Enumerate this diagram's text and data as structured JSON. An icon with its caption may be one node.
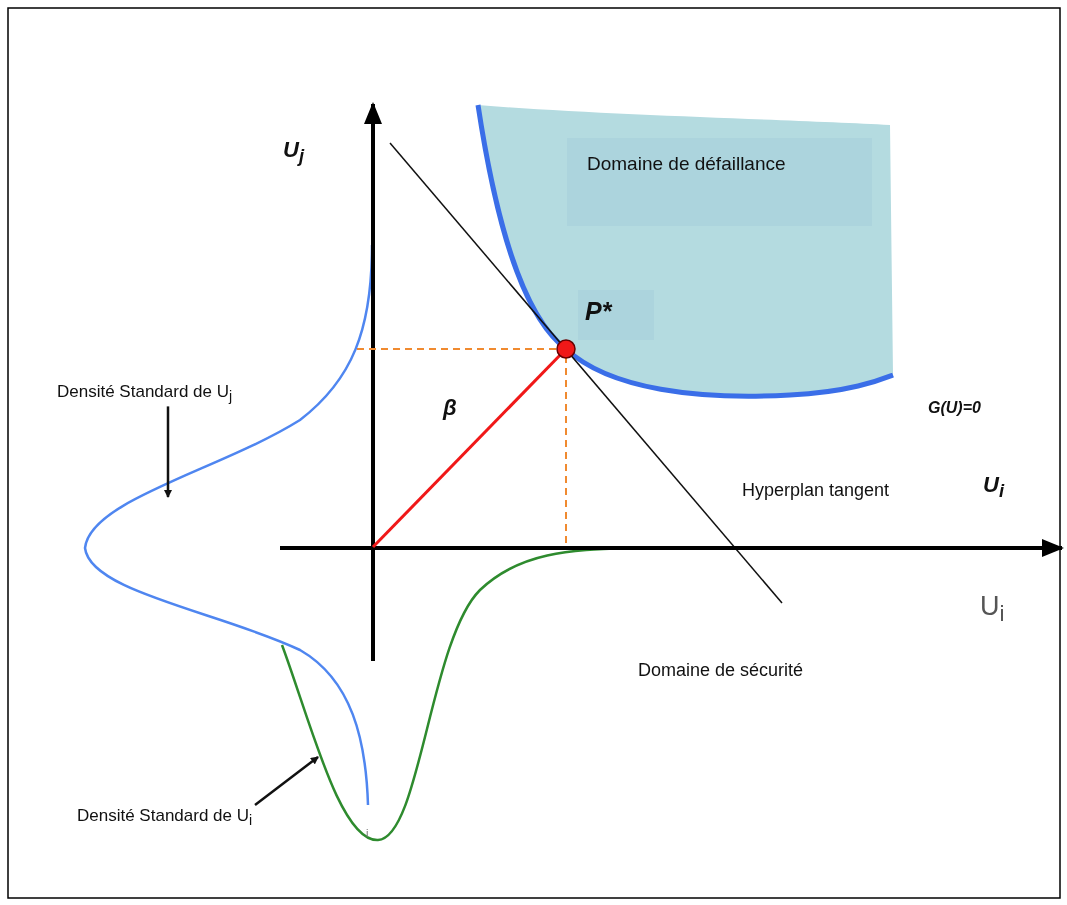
{
  "diagram": {
    "nodes": [
      {
        "text": [
          "Densité Standard de U$_{j}$"
        ]
      },
      {
        "text": [],
        "shape": "curve"
      },
      {
        "text": [
          "Densité Standard de U$_{i}$"
        ]
      },
      {
        "text": [],
        "shape": "curve"
      },
      {
        "text": [
          "Domaine de défaillance"
        ]
      }
    ],
    "edges": [
      {
        "from": 0,
        "to": 1,
        "arrow": "to"
      },
      {
        "from": 2,
        "to": 3,
        "arrow": "to"
      }
    ],
    "labels": [
      "U$_{j}$",
      "P*",
      "β",
      "G(U)=0",
      "Hyperplan tangent",
      "U$_{i}$",
      "U$_{i}$",
      "Domaine de sécurité",
      "i"
    ]
  }
}
